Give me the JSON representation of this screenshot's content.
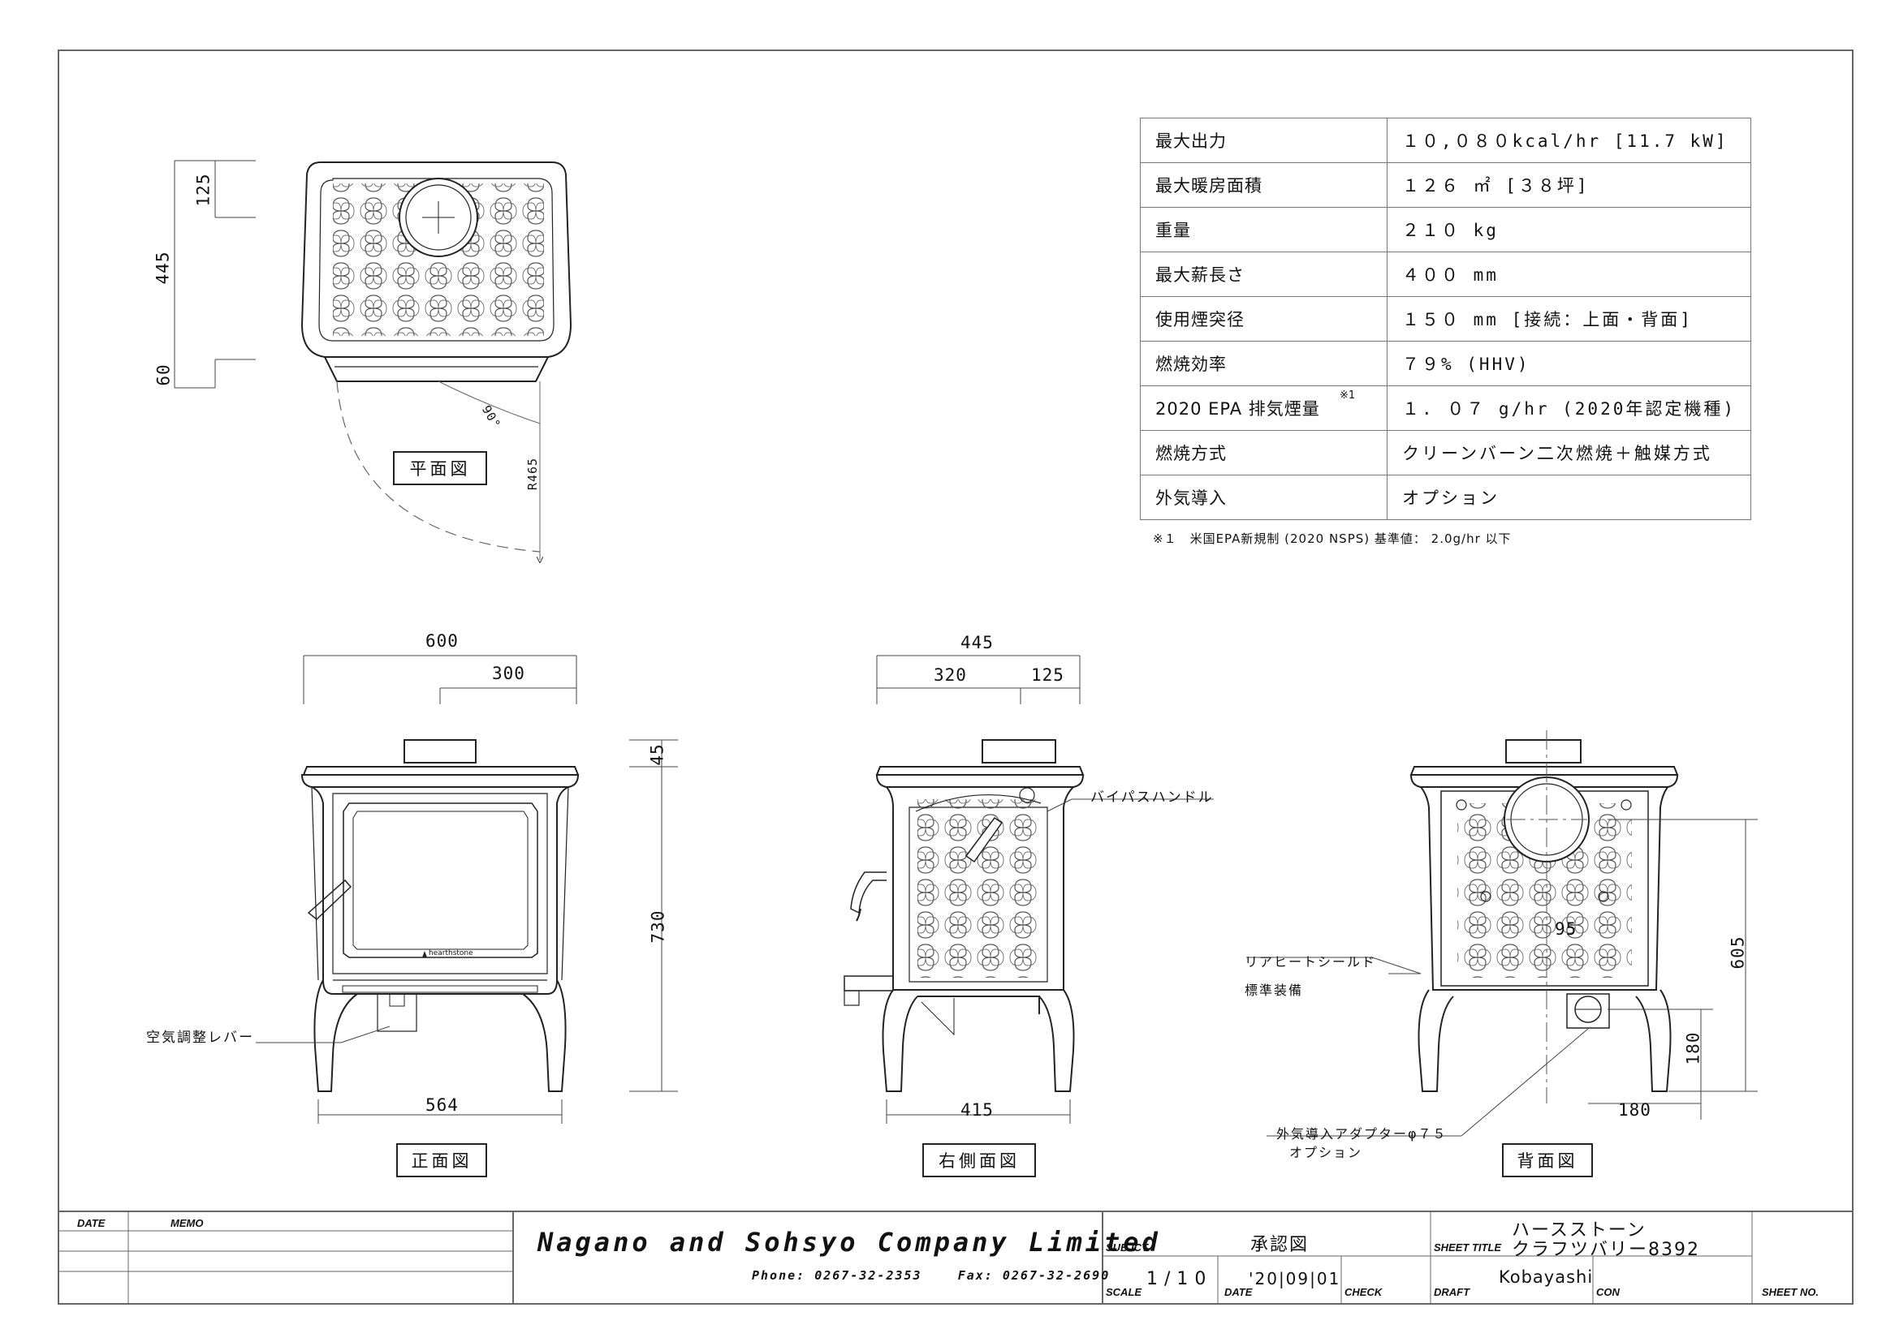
{
  "specs": [
    {
      "label": "最大出力",
      "value": "１０,０８０kcal/hr [11.7 kW]"
    },
    {
      "label": "最大暖房面積",
      "value": "１２６ ㎡ [３８坪]"
    },
    {
      "label": "重量",
      "value": "２１０ kg"
    },
    {
      "label": "最大薪長さ",
      "value": "４００ mm"
    },
    {
      "label": "使用煙突径",
      "value": "１５０ mm [接続：上面・背面]"
    },
    {
      "label": "燃焼効率",
      "value": "７９% (HHV)"
    },
    {
      "label": "2020 EPA 排気煙量",
      "value": "１. ０７ g/hr (2020年認定機種)"
    },
    {
      "label": "燃焼方式",
      "value": "クリーンバーン二次燃焼＋触媒方式"
    },
    {
      "label": "外気導入",
      "value": "オプション"
    }
  ],
  "spec_note_mark": "※1",
  "spec_note": "※１　米国EPA新規制 (2020 NSPS) 基準値： 2.0g/hr 以下",
  "views": {
    "plan": "平面図",
    "front": "正面図",
    "right": "右側面図",
    "back": "背面図"
  },
  "dimensions": {
    "plan_125": "125",
    "plan_445": "445",
    "plan_60": "60",
    "plan_angle": "90°",
    "plan_radius": "R465",
    "front_600": "600",
    "front_300": "300",
    "front_45": "45",
    "front_730": "730",
    "front_564": "564",
    "side_445": "445",
    "side_320": "320",
    "side_125": "125",
    "side_415": "415",
    "back_95": "95",
    "back_605": "605",
    "back_180v": "180",
    "back_180h": "180"
  },
  "callouts": {
    "air_lever": "空気調整レバー",
    "bypass_handle": "バイパスハンドル",
    "rear_shield": "リアヒートシールド",
    "rear_shield_std": "標準装備",
    "adapter": "外気導入アダプターφ７５",
    "adapter_opt": "オプション",
    "brand": "hearthstone"
  },
  "titleblock": {
    "date_hdr": "DATE",
    "memo_hdr": "MEMO",
    "company": "Nagano and Sohsyo Company Limited",
    "phone": "Phone: 0267-32-2353    Fax: 0267-32-2690",
    "subject_lbl": "SUBJCT",
    "subject": "承認図",
    "sheet_title_lbl": "SHEET TITLE",
    "sheet_title_1": "ハースストーン",
    "sheet_title_2": "クラフツバリー8392",
    "scale_lbl": "SCALE",
    "scale": "1/10",
    "date_lbl": "DATE",
    "date": "'20|09|01",
    "check_lbl": "CHECK",
    "draft_lbl": "DRAFT",
    "draft": "Kobayashi",
    "con_lbl": "CON",
    "sheet_no_lbl": "SHEET NO."
  }
}
